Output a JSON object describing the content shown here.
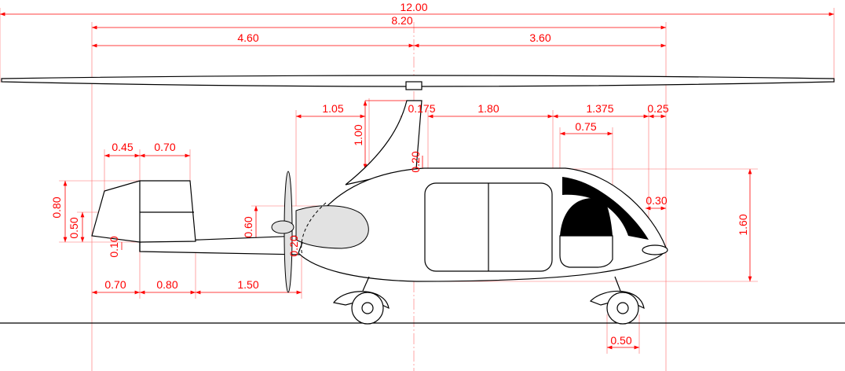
{
  "dimensions": {
    "overall_span": "12.00",
    "overall_length": "8.20",
    "tail_to_mast": "4.60",
    "mast_to_nose": "3.60",
    "prop_to_mast": "1.05",
    "mast_height": "1.00",
    "mast_offset": "0.175",
    "cabin_length": "1.80",
    "canopy_length": "1.375",
    "nose_length": "0.25",
    "side_window": "0.75",
    "mast_base": "0.20",
    "nose_height": "0.30",
    "fuselage_height": "1.60",
    "fin_top_front": "0.45",
    "fin_top_rear": "0.70",
    "fin_height": "0.80",
    "fin_lower": "0.50",
    "boom_thickness": "0.10",
    "engine_height": "0.60",
    "boom_offset": "0.20",
    "fin_base_front": "0.70",
    "fin_base_rear": "0.80",
    "boom_length": "1.50",
    "wheel_diameter": "0.50"
  },
  "colors": {
    "dimension": "#ff0000",
    "outline": "#000000",
    "fill": "#e2e2e2"
  }
}
